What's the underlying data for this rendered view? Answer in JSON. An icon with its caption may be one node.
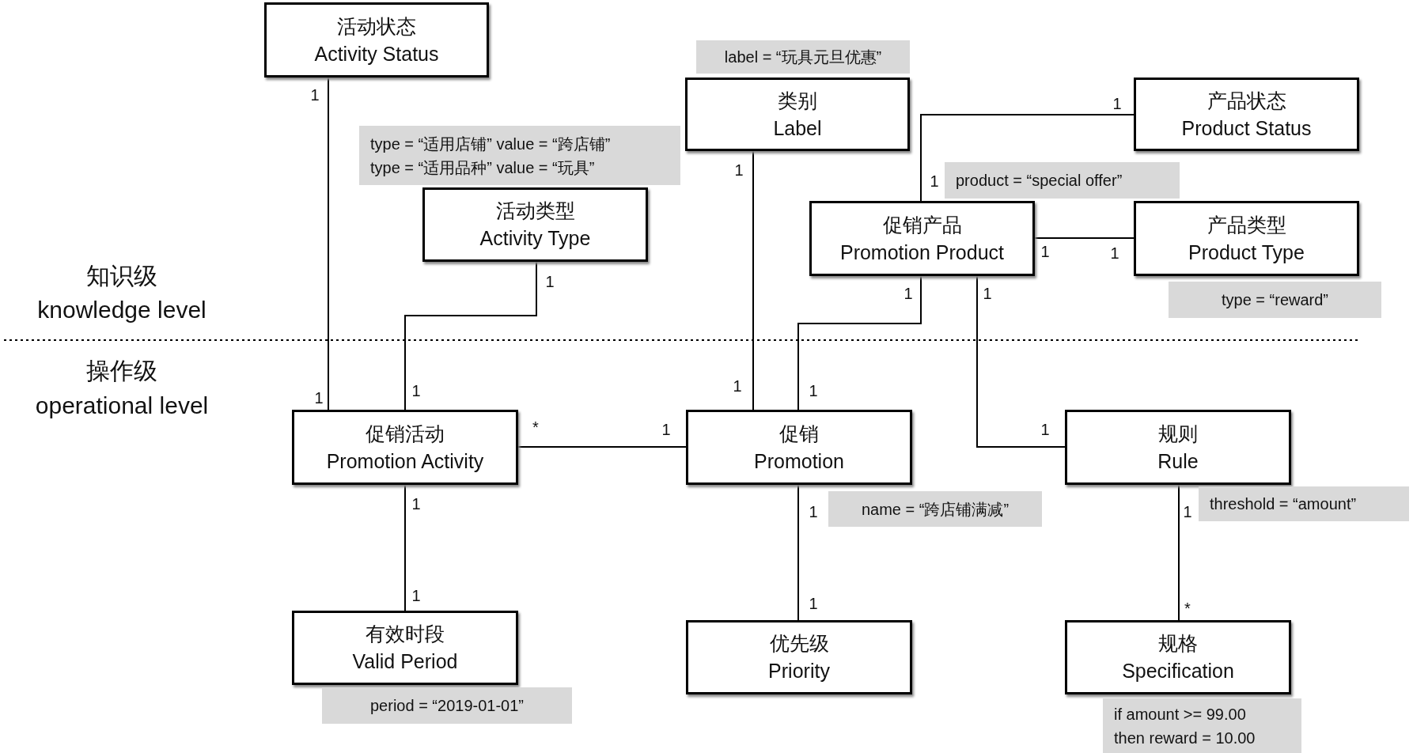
{
  "diagram": {
    "nodes": [
      {
        "text": [
          "活动状态",
          "Activity Status"
        ]
      },
      {
        "text": [
          "类别",
          "Label"
        ],
        "beside": [
          "label = “玩具元旦优惠”"
        ]
      },
      {
        "text": [
          "产品状态",
          "Product Status"
        ]
      },
      {
        "text": [
          "活动类型",
          "Activity Type"
        ],
        "beside": [
          "type = “适用店铺” value = “跨店铺”",
          "type = “适用品种” value = “玩具”"
        ]
      },
      {
        "text": [
          "促销产品",
          "Promotion Product"
        ],
        "beside": [
          "product = “special offer”"
        ]
      },
      {
        "text": [
          "产品类型",
          "Product Type"
        ],
        "beside": [
          "type = “reward”"
        ]
      },
      {
        "text": [
          "促销活动",
          "Promotion Activity"
        ]
      },
      {
        "text": [
          "促销",
          "Promotion"
        ],
        "beside": [
          "name = “跨店铺满减”"
        ]
      },
      {
        "text": [
          "规则",
          "Rule"
        ],
        "beside": [
          "threshold = “amount”"
        ]
      },
      {
        "text": [
          "有效时段",
          "Valid Period"
        ],
        "beside": [
          "period = “2019-01-01”"
        ]
      },
      {
        "text": [
          "优先级",
          "Priority"
        ]
      },
      {
        "text": [
          "规格",
          "Specification"
        ],
        "beside": [
          "if amount >= 99.00",
          "then reward = 10.00"
        ]
      }
    ],
    "edges": [
      {
        "from": 0,
        "to": 6,
        "arrow": "none"
      },
      {
        "from": 3,
        "to": 6,
        "arrow": "none"
      },
      {
        "from": 1,
        "to": 7,
        "arrow": "none"
      },
      {
        "from": 4,
        "to": 2,
        "arrow": "none"
      },
      {
        "from": 4,
        "to": 5,
        "arrow": "none"
      },
      {
        "from": 4,
        "to": 7,
        "arrow": "none"
      },
      {
        "from": 4,
        "to": 8,
        "arrow": "none"
      },
      {
        "from": 6,
        "to": 7,
        "arrow": "none"
      },
      {
        "from": 6,
        "to": 9,
        "arrow": "none"
      },
      {
        "from": 7,
        "to": 10,
        "arrow": "none"
      },
      {
        "from": 8,
        "to": 11,
        "arrow": "none"
      }
    ],
    "labels": [
      "1",
      "1",
      "1",
      "1",
      "1",
      "1",
      "1",
      "1",
      "知识级",
      "knowledge level",
      "1",
      "1",
      "操作级",
      "operational level",
      "1",
      "1",
      "1",
      "*",
      "1",
      "1",
      "1",
      "1",
      "1",
      "1",
      "1",
      "*"
    ]
  }
}
